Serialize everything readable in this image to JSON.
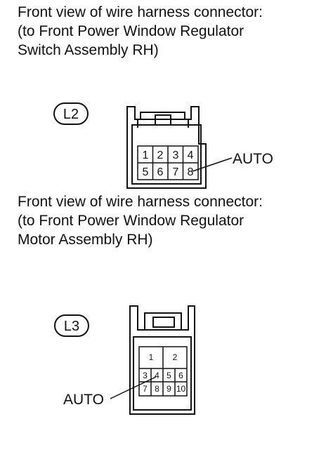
{
  "captions": {
    "switch": {
      "line1": "Front view of wire harness connector:",
      "line2": "(to Front Power Window Regulator",
      "line3": "Switch Assembly RH)"
    },
    "motor": {
      "line1": "Front view of wire harness connector:",
      "line2": "(to Front Power Window Regulator",
      "line3": "Motor Assembly RH)"
    }
  },
  "connectors": {
    "l2": {
      "id": "L2",
      "pins_row1": [
        "1",
        "2",
        "3",
        "4"
      ],
      "pins_row2": [
        "5",
        "6",
        "7",
        "8"
      ],
      "callout": "AUTO"
    },
    "l3": {
      "id": "L3",
      "pins_row1": [
        "1",
        "2"
      ],
      "pins_row2": [
        "3",
        "4",
        "5",
        "6"
      ],
      "pins_row3": [
        "7",
        "8",
        "9",
        "10"
      ],
      "callout": "AUTO"
    }
  }
}
